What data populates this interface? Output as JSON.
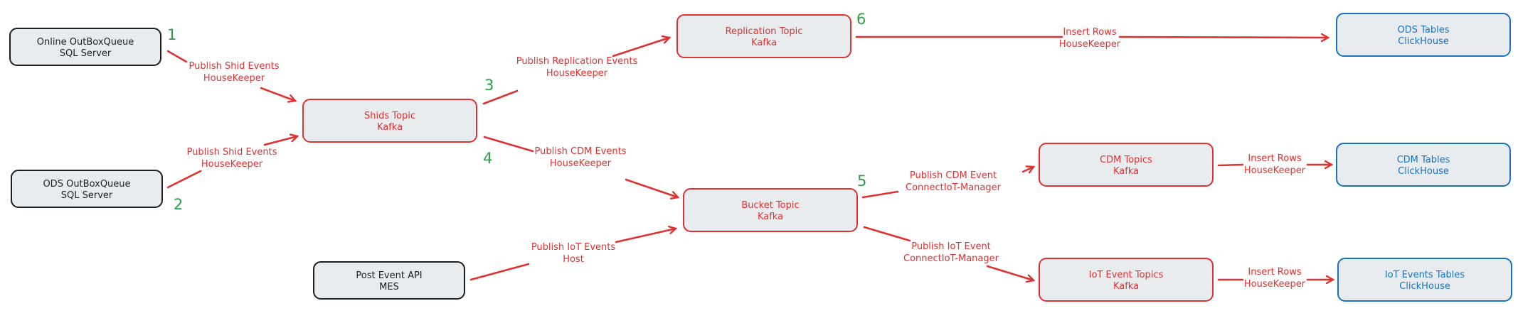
{
  "colors": {
    "dark": "#1e1e1e",
    "red": "#e03131",
    "blue": "#1971c2",
    "green": "#2f9e44",
    "node_fill": "#e9ecef"
  },
  "nodes": [
    {
      "id": "online-outboxqueue",
      "line1": "Online OutBoxQueue",
      "line2": "SQL Server",
      "color": "dark"
    },
    {
      "id": "ods-outboxqueue",
      "line1": "ODS OutBoxQueue",
      "line2": "SQL Server",
      "color": "dark"
    },
    {
      "id": "post-event-api",
      "line1": "Post Event API",
      "line2": "MES",
      "color": "dark"
    },
    {
      "id": "shids-topic",
      "line1": "Shids Topic",
      "line2": "Kafka",
      "color": "red"
    },
    {
      "id": "replication-topic",
      "line1": "Replication Topic",
      "line2": "Kafka",
      "color": "red"
    },
    {
      "id": "bucket-topic",
      "line1": "Bucket Topic",
      "line2": "Kafka",
      "color": "red"
    },
    {
      "id": "cdm-topics",
      "line1": "CDM Topics",
      "line2": "Kafka",
      "color": "red"
    },
    {
      "id": "iot-event-topics",
      "line1": "IoT Event Topics",
      "line2": "Kafka",
      "color": "red"
    },
    {
      "id": "ods-tables",
      "line1": "ODS Tables",
      "line2": "ClickHouse",
      "color": "blue"
    },
    {
      "id": "cdm-tables",
      "line1": "CDM Tables",
      "line2": "ClickHouse",
      "color": "blue"
    },
    {
      "id": "iot-events-tables",
      "line1": "IoT Events Tables",
      "line2": "ClickHouse",
      "color": "blue"
    }
  ],
  "edges": [
    {
      "id": "online-to-shids",
      "line1": "Publish Shid Events",
      "line2": "HouseKeeper"
    },
    {
      "id": "ods-to-shids",
      "line1": "Publish Shid Events",
      "line2": "HouseKeeper"
    },
    {
      "id": "shids-to-replication",
      "line1": "Publish Replication Events",
      "line2": "HouseKeeper"
    },
    {
      "id": "shids-to-bucket",
      "line1": "Publish CDM Events",
      "line2": "HouseKeeper"
    },
    {
      "id": "replication-to-ods-tables",
      "line1": "Insert Rows",
      "line2": "HouseKeeper"
    },
    {
      "id": "api-to-bucket",
      "line1": "Publish IoT Events",
      "line2": "Host"
    },
    {
      "id": "bucket-to-cdm",
      "line1": "Publish CDM Event",
      "line2": "ConnectIoT-Manager"
    },
    {
      "id": "bucket-to-iot",
      "line1": "Publish IoT Event",
      "line2": "ConnectIoT-Manager"
    },
    {
      "id": "cdm-to-cdm-tables",
      "line1": "Insert Rows",
      "line2": "HouseKeeper"
    },
    {
      "id": "iot-to-iot-tables",
      "line1": "Insert Rows",
      "line2": "HouseKeeper"
    }
  ],
  "steps": [
    "1",
    "2",
    "3",
    "4",
    "5",
    "6"
  ]
}
